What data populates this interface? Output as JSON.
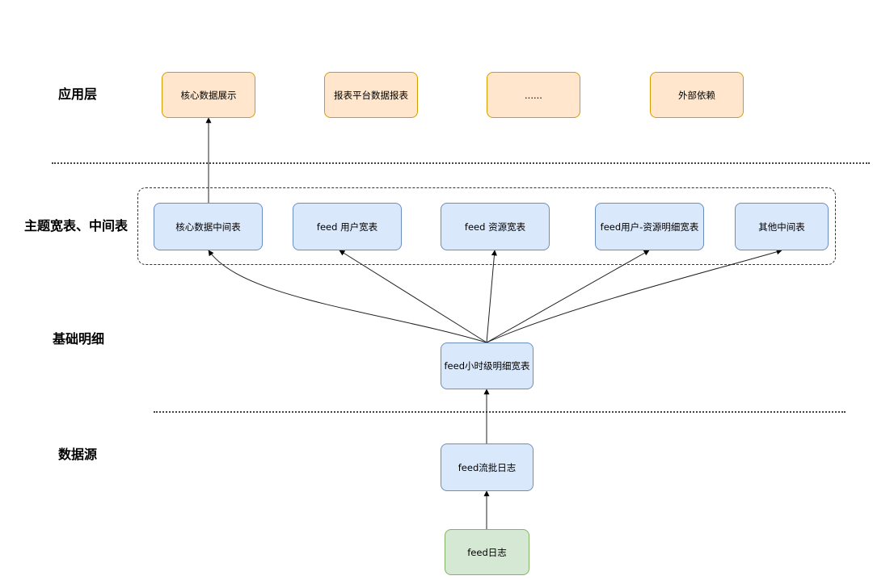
{
  "layers": {
    "app": "应用层",
    "theme": "主题宽表、中间表",
    "base": "基础明细",
    "source": "数据源"
  },
  "nodes": {
    "core_display": "核心数据展示",
    "report_platform": "报表平台数据报表",
    "ellipsis": "......",
    "external_dep": "外部依赖",
    "core_mid": "核心数据中间表",
    "feed_user": "feed 用户宽表",
    "feed_resource": "feed 资源宽表",
    "feed_user_resource": "feed用户-资源明细宽表",
    "other_mid": "其他中间表",
    "feed_hourly": "feed小时级明细宽表",
    "feed_stream_batch": "feed流批日志",
    "feed_log": "feed日志"
  },
  "colors": {
    "app_fill": "#ffe6cc",
    "app_stroke": "#d79b00",
    "mid_fill": "#dae8fc",
    "mid_stroke": "#6c8ebf",
    "src_fill": "#d5e8d4",
    "src_stroke": "#82b366"
  }
}
